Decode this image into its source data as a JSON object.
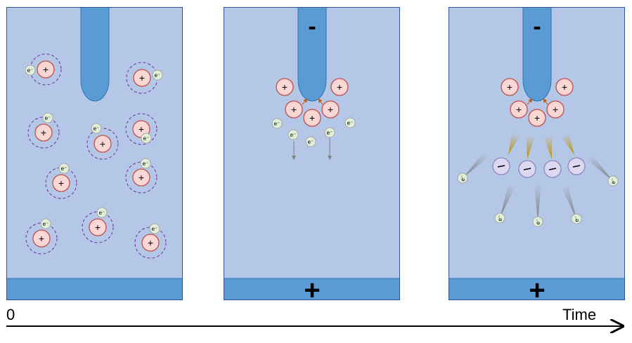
{
  "colors": {
    "background": "#ffffff",
    "panel_fill": "#b4c7e7",
    "panel_border": "#2f5597",
    "electrode": "#5b9bd5",
    "electrode_border": "#2e75b6",
    "ion_fill": "#f8d7d5",
    "ion_border": "#c0504d",
    "electron_fill": "#e2f0d9",
    "electron_border": "#a6a6a6",
    "orbit": "#7030a0",
    "arrow_orange": "#c55a11",
    "arrow_grey": "#7f7f7f",
    "neg_ion_fill": "#dcd8f0",
    "neg_ion_border": "#8e88c2",
    "cone_gold": "#bf9000",
    "cone_grey": "#7f7f7f"
  },
  "symbols": {
    "ion": "+",
    "electron": "e⁻",
    "neg_ion": "−",
    "electrode_neg": "-",
    "electrode_pos": "+"
  },
  "axis": {
    "start_label": "0",
    "end_label": "Time"
  },
  "panels": [
    {
      "name": "panel-neutral",
      "electrode_charge_shown": false
    },
    {
      "name": "panel-ionization",
      "electrode_charge_shown": true
    },
    {
      "name": "panel-negative-ions",
      "electrode_charge_shown": true
    }
  ]
}
